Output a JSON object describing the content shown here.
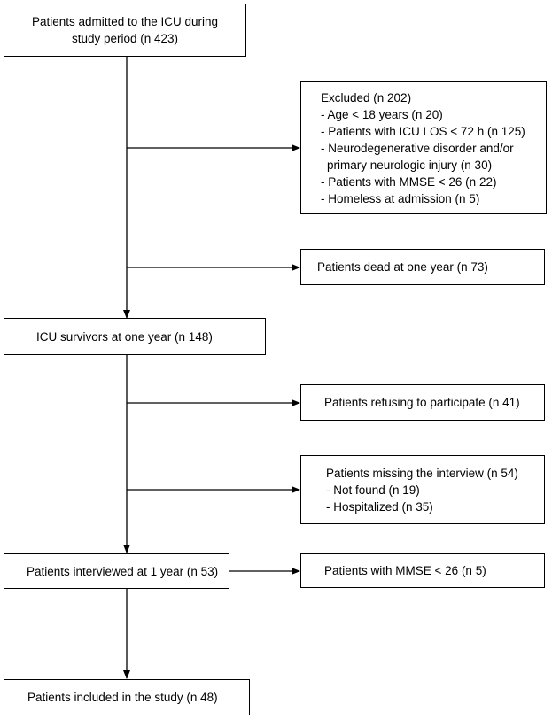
{
  "boxes": {
    "admitted": {
      "lines": [
        "Patients admitted to the ICU during",
        "study period (n 423)"
      ]
    },
    "excluded": {
      "title": "Excluded (n 202)",
      "items": [
        [
          "- Age < 18 years (n 20)"
        ],
        [
          "- Patients with ICU LOS < 72 h (n 125)"
        ],
        [
          "- Neurodegenerative disorder and/or",
          "primary neurologic injury (n 30)"
        ],
        [
          "- Patients with MMSE < 26 (n 22)"
        ],
        [
          "- Homeless at admission (n 5)"
        ]
      ]
    },
    "dead": {
      "text": "Patients dead at one year (n 73)"
    },
    "survivors": {
      "text": "ICU survivors at one year (n 148)"
    },
    "refusing": {
      "text": "Patients refusing to participate (n 41)"
    },
    "missing": {
      "title": "Patients missing the interview (n 54)",
      "items": [
        "- Not found (n 19)",
        "- Hospitalized (n 35)"
      ]
    },
    "interviewed": {
      "text": "Patients interviewed at 1 year (n 53)"
    },
    "mmse": {
      "text": "Patients with MMSE < 26 (n 5)"
    },
    "included": {
      "text": "Patients included in the study (n 48)"
    }
  }
}
